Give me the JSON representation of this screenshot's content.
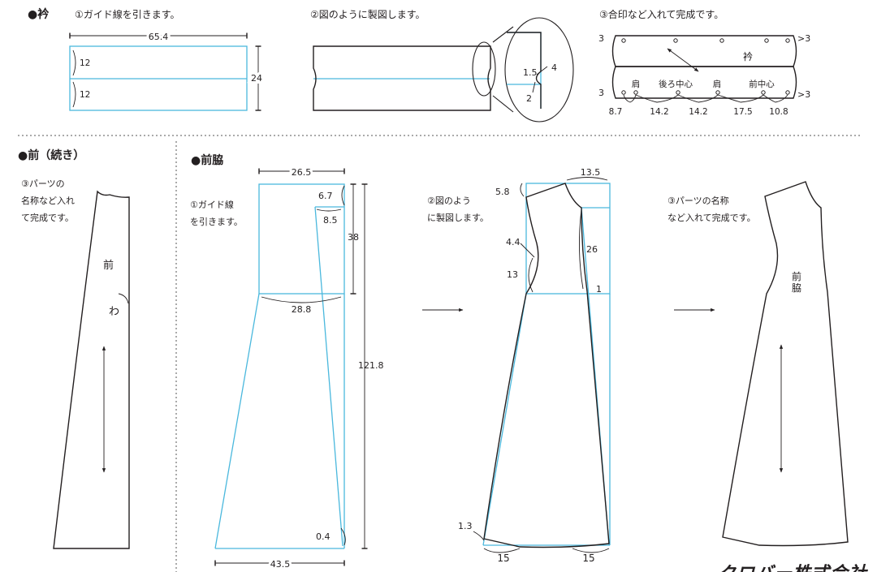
{
  "sections": {
    "collar": {
      "heading": "●衿",
      "step1": "①ガイド線を引きます。",
      "step2": "②図のように製図します。",
      "step3": "③合印など入れて完成です。",
      "dims": {
        "width": "65.4",
        "height": "24",
        "upper": "12",
        "lower": "12",
        "d15": "1.5",
        "d4": "4",
        "d2": "2"
      },
      "final": {
        "label_collar": "衿",
        "shoulder1": "肩",
        "back_center": "後ろ中心",
        "shoulder2": "肩",
        "front_center": "前中心",
        "m3_tl": "3",
        "m3_tr": ">3",
        "m3_bl": "3",
        "m3_br": ">3",
        "seg": [
          "8.7",
          "14.2",
          "14.2",
          "17.5",
          "10.8"
        ]
      }
    },
    "front_cont": {
      "heading": "●前（続き）",
      "step3_lines": [
        "③パーツの",
        "名称など入れ",
        "て完成です。"
      ],
      "label_front": "前",
      "label_fold": "わ"
    },
    "front_side": {
      "heading": "●前脇",
      "step1_lines": [
        "①ガイド線",
        "を引きます。"
      ],
      "step2_lines": [
        "②図のよう",
        "に製図します。"
      ],
      "step3_lines": [
        "③パーツの名称",
        "など入れて完成です。"
      ],
      "dims": {
        "top_width": "26.5",
        "d67": "6.7",
        "d85": "8.5",
        "d38": "38",
        "d288": "28.8",
        "d1218": "121.8",
        "d04": "0.4",
        "bottom_width": "43.5"
      },
      "draft": {
        "d135": "13.5",
        "d58": "5.8",
        "d44": "4.4",
        "d13": "13",
        "d26": "26",
        "d1": "1",
        "d13b": "1.3",
        "hem_l": "15",
        "hem_r": "15"
      },
      "label_piece": "前脇"
    }
  },
  "footer": {
    "brand": "クロバー株式会社"
  }
}
